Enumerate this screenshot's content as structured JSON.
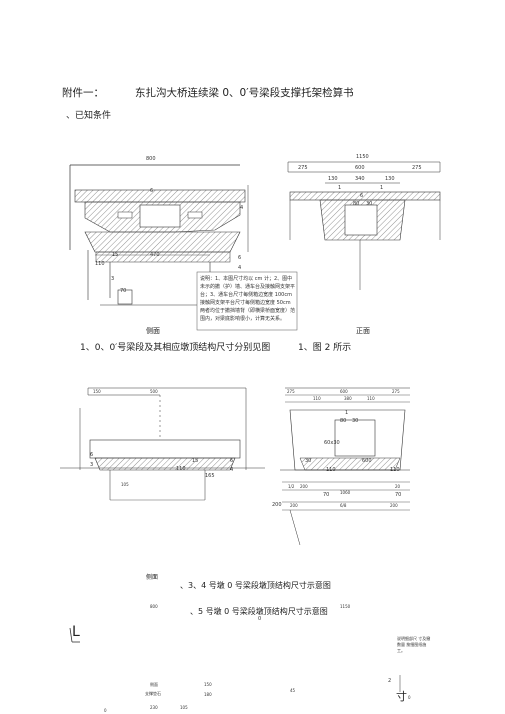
{
  "header": {
    "annex": "附件一：",
    "title": "东扎沟大桥连续梁 0、0′号梁段支撑托架检算书",
    "section1": "、已知条件"
  },
  "figure1": {
    "side_label": "侧面",
    "front_label": "正面",
    "caption_left": "1、0、0′号梁段及其相应墩顶结构尺寸分别见图",
    "caption_right": "1、图 2 所示",
    "dims_side": [
      "800",
      "6",
      "4",
      "110",
      "15",
      "470",
      "3",
      "70",
      "6",
      "4"
    ],
    "dims_front": [
      "1150",
      "275",
      "600",
      "275",
      "130",
      "340",
      "130",
      "1",
      "1",
      "6",
      "80",
      "30"
    ],
    "note": "说明：1、本图尺寸均以 cm 计；2、图中未示的撤（护）墙、通车台及接触网支架平台；3、通车台尺寸每侧箱边宽度 100cm 接触网支架平台尺寸每侧箱边宽度 50cm 两者均位于撤挡墙背（即横梁桥面宽度）范围内，对梁底影响很小，计算无关系。"
  },
  "figure2": {
    "side_label": "侧面",
    "caption_top": "、3、4 号墩 0 号梁段墩顶结构尺寸示意图",
    "caption_bottom": "、5 号墩 0 号梁段墩顶结构尺寸示意图",
    "dims_side": [
      "150",
      "500",
      "6",
      "3",
      "15",
      "110",
      "165",
      "105",
      "6",
      "4"
    ],
    "dims_front": [
      "275",
      "600",
      "275",
      "110",
      "380",
      "110",
      "1",
      "80",
      "30",
      "60x30",
      "30",
      "600",
      "110",
      "110",
      "70",
      "70",
      "200",
      "1060",
      "1/2",
      "200",
      "200",
      "6/8",
      "200",
      "20",
      "1/2"
    ],
    "bottom_num": "0"
  },
  "figure3": {
    "dims": [
      "800",
      "1150"
    ],
    "corner_mark": "L",
    "side_label": "侧面",
    "support_label": "支撑垫石",
    "nums": [
      "150",
      "180",
      "230",
      "105",
      "45",
      "2",
      "0",
      "0"
    ],
    "char": "寸",
    "note": "说明细部尺 寸及撤数量 按细图纸施 工。"
  }
}
